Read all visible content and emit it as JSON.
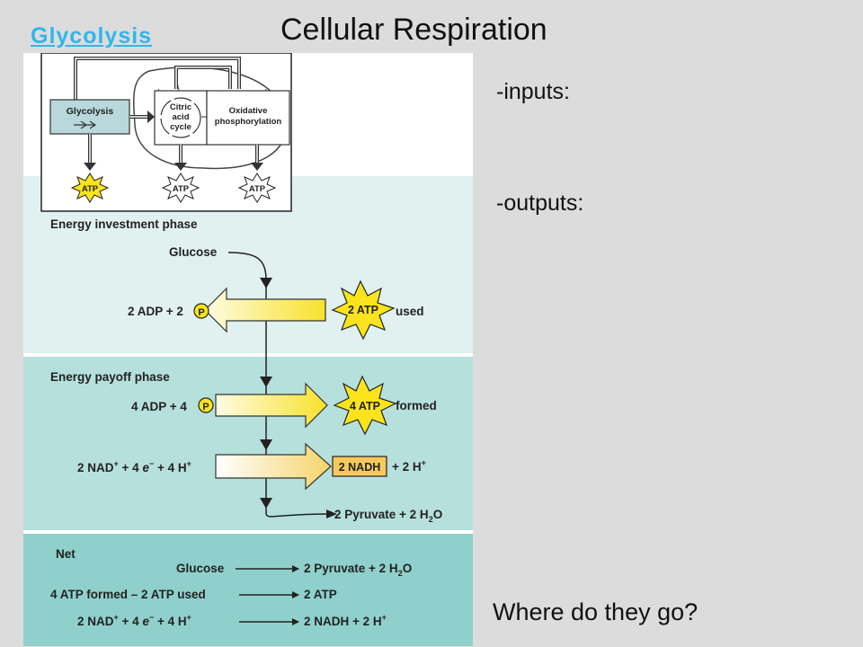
{
  "slide": {
    "title": "Cellular Respiration",
    "link_label": "Glycolysis",
    "inputs_label": "-inputs:",
    "outputs_label": "-outputs:",
    "question": "Where do they go?"
  },
  "overview": {
    "glycolysis": "Glycolysis",
    "citric": [
      "Citric",
      "acid",
      "cycle"
    ],
    "oxidative": [
      "Oxidative",
      "phosphorylation"
    ],
    "atp": "ATP"
  },
  "investment": {
    "heading": "Energy investment phase",
    "glucose": "Glucose",
    "adp": "2 ADP + 2",
    "p": "P",
    "atp": "2 ATP",
    "used": "used"
  },
  "payoff": {
    "heading": "Energy payoff phase",
    "adp": "4 ADP + 4",
    "p": "P",
    "atp": "4 ATP",
    "formed": "formed",
    "nad_left": "2 NAD",
    "nad_plus": "+",
    "nad_mid": " +  4 ",
    "e": "e",
    "e_sup": "−",
    "nad_h": " + 4 H",
    "nadh": "2 NADH",
    "nadh_right": "+ 2 H",
    "pyruvate": "2 Pyruvate + 2 H",
    "pyruvate_sub": "2",
    "pyruvate_o": "O"
  },
  "net": {
    "heading": "Net",
    "glucose": "Glucose",
    "pyruvate": "2 Pyruvate + 2 H",
    "sub2": "2",
    "o": "O",
    "atp_left": "4 ATP formed – 2 ATP used",
    "atp_right": "2 ATP",
    "nad_left": "2 NAD",
    "plus": "+",
    "nad_mid": " +  4 ",
    "e": "e",
    "minus": "−",
    "nad_h": " + 4 H",
    "nadh_right": "2 NADH + 2 H"
  },
  "colors": {
    "investment_bg": "#e1f1f0",
    "payoff_bg": "#b6e0dc",
    "net_bg": "#8fd0cc",
    "arrow_yellow": "#f8e22a",
    "star_yellow": "#fbe41c"
  }
}
